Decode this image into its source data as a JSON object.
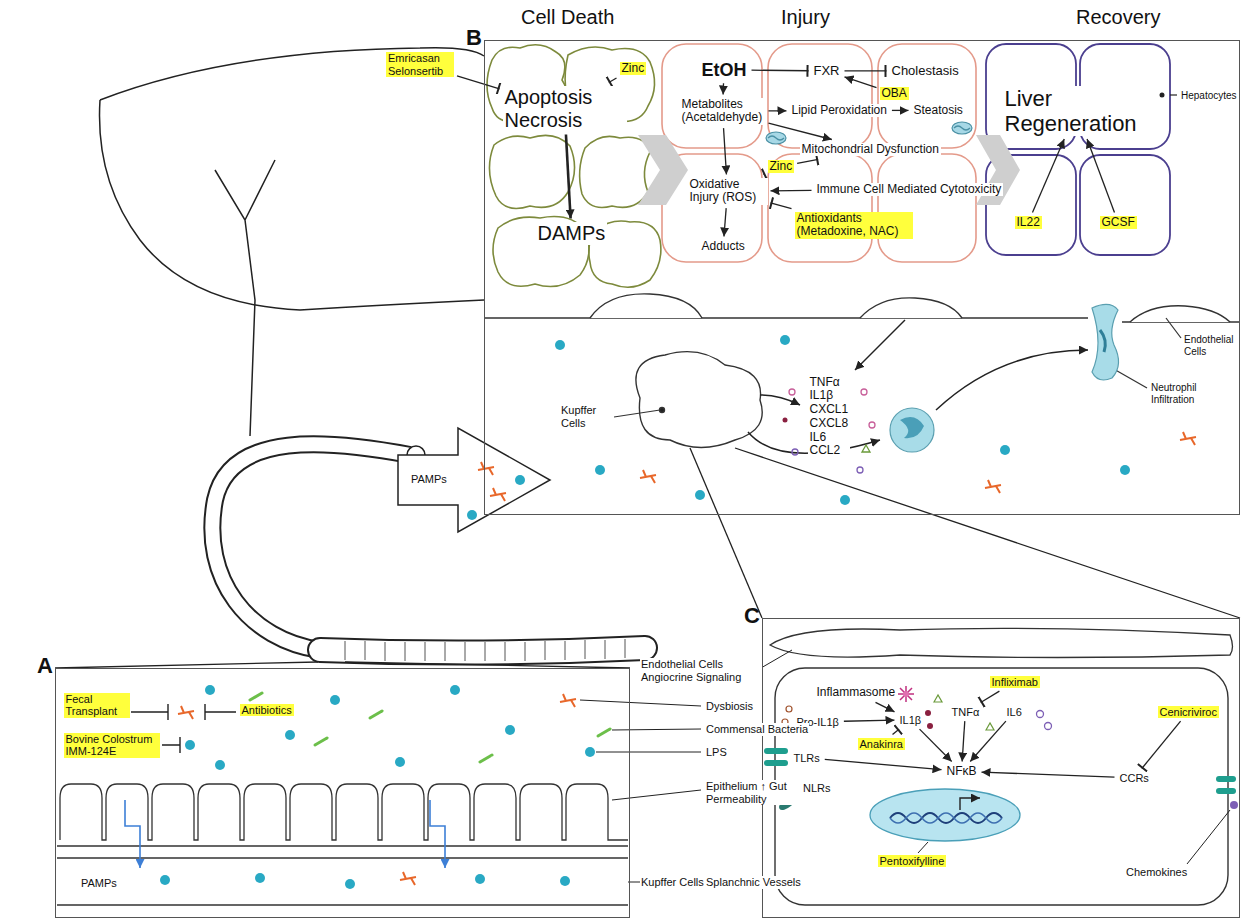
{
  "diagram": {
    "nodes": [
      {
        "text": [
          "B"
        ]
      },
      {
        "text": [
          "Emricasan Selonsertib"
        ]
      },
      {
        "text": [
          "Apoptosis Necrosis"
        ],
        "in": 0
      },
      {
        "text": [
          "DAMPs"
        ],
        "in": 0
      },
      {
        "text": [
          "Zinc"
        ],
        "in": 0
      },
      {
        "text": [
          "EtOH"
        ],
        "in": 0
      },
      {
        "text": [
          "FXR"
        ],
        "in": 0
      },
      {
        "text": [
          "Cholestasis"
        ],
        "in": 0
      },
      {
        "text": [
          "OBA"
        ],
        "in": 0
      },
      {
        "text": [
          "Metabolites (Acetaldehyde)"
        ],
        "in": 0
      },
      {
        "text": [
          "Lipid Peroxidation"
        ],
        "in": 0
      },
      {
        "text": [
          "Steatosis"
        ],
        "in": 0
      },
      {
        "text": [
          "Mitochondrial Dysfunction"
        ],
        "in": 0
      },
      {
        "text": [
          "Oxidative Injury (ROS)"
        ],
        "in": 0
      },
      {
        "text": [
          "Zinc"
        ],
        "in": 0
      },
      {
        "text": [
          "Immune Cell Mediated Cytotoxicity"
        ],
        "in": 0
      },
      {
        "text": [
          "Antioxidants (Metadoxine, NAC)"
        ],
        "in": 0
      },
      {
        "text": [
          "Adducts"
        ],
        "in": 0
      },
      {
        "text": [
          "Liver Regeneration"
        ],
        "in": 0
      },
      {
        "text": [
          "IL22"
        ],
        "in": 0
      },
      {
        "text": [
          "GCSF"
        ],
        "in": 0
      },
      {
        "text": [
          "TNFα IL1β CXCL1 CXCL8 IL6 CCL2"
        ],
        "in": 0
      },
      {
        "text": [
          "A"
        ]
      },
      {
        "text": [
          "Fecal Transplant"
        ],
        "in": 22
      },
      {
        "text": [
          "Antibiotics"
        ],
        "in": 22
      },
      {
        "text": [
          "Bovine Colostrum IMM-124E"
        ],
        "in": 22
      },
      {
        "text": [
          "C"
        ]
      },
      {
        "text": [
          "Inflammasome"
        ],
        "in": 26
      },
      {
        "text": [
          "Pro-IL1β"
        ],
        "in": 26
      },
      {
        "text": [
          "IL1β"
        ],
        "in": 26
      },
      {
        "text": [
          "TNFα"
        ],
        "in": 26
      },
      {
        "text": [
          "IL6"
        ],
        "in": 26
      },
      {
        "text": [
          "Anakinra"
        ],
        "in": 26
      },
      {
        "text": [
          "Infliximab"
        ],
        "in": 26
      },
      {
        "text": [
          "TLRs"
        ],
        "in": 26
      },
      {
        "text": [
          "NFκB"
        ],
        "in": 26
      },
      {
        "text": [
          "CCRs"
        ],
        "in": 26
      },
      {
        "text": [
          "Cenicriviroc"
        ],
        "in": 26
      },
      {
        "text": [
          "Pentoxifylline"
        ],
        "in": 26
      }
    ],
    "edges": [
      {
        "from": 1,
        "to": 2,
        "arrow": "to"
      },
      {
        "from": 4,
        "to": 2,
        "arrow": "to"
      },
      {
        "from": 2,
        "to": 3,
        "arrow": "to"
      },
      {
        "from": 5,
        "to": 6,
        "arrow": "to"
      },
      {
        "from": 6,
        "to": 7,
        "arrow": "to"
      },
      {
        "from": 8,
        "to": 6,
        "arrow": "to"
      },
      {
        "from": 5,
        "to": 9,
        "arrow": "to"
      },
      {
        "from": 9,
        "to": 10,
        "arrow": "to"
      },
      {
        "from": 10,
        "to": 11,
        "arrow": "to"
      },
      {
        "from": 9,
        "to": 12,
        "arrow": "to"
      },
      {
        "from": 9,
        "to": 13,
        "arrow": "to"
      },
      {
        "from": 14,
        "to": 13,
        "arrow": "to"
      },
      {
        "from": 14,
        "to": 12,
        "arrow": "to"
      },
      {
        "from": 15,
        "to": 13,
        "arrow": "to"
      },
      {
        "from": 16,
        "to": 13,
        "arrow": "to"
      },
      {
        "from": 13,
        "to": 17,
        "arrow": "to"
      },
      {
        "from": 19,
        "to": 18,
        "arrow": "to"
      },
      {
        "from": 20,
        "to": 18,
        "arrow": "to"
      },
      {
        "from": 28,
        "to": 29,
        "arrow": "to"
      },
      {
        "from": 27,
        "to": 29,
        "arrow": "to"
      },
      {
        "from": 32,
        "to": 29,
        "arrow": "to"
      },
      {
        "from": 33,
        "to": 30,
        "arrow": "to"
      },
      {
        "from": 34,
        "to": 35,
        "arrow": "to"
      },
      {
        "from": 29,
        "to": 35,
        "arrow": "to"
      },
      {
        "from": 30,
        "to": 35,
        "arrow": "to"
      },
      {
        "from": 31,
        "to": 35,
        "arrow": "to"
      },
      {
        "from": 36,
        "to": 35,
        "arrow": "to"
      },
      {
        "from": 37,
        "to": 36,
        "arrow": "to"
      }
    ],
    "labels": [
      "Cell Death",
      "Injury",
      "Recovery",
      "Hepatocytes",
      "Endothelial Cells",
      "Neutrophil Infiltration",
      "Kupffer Cells",
      "PAMPs",
      "Dysbiosis",
      "Commensal Bacteria",
      "LPS",
      "Epithelium ↑ Gut Permeability",
      "Splanchnic Vessels",
      "PAMPs",
      "Endothelial Cells Angiocrine Signaling",
      "Kupffer Cells",
      "NLRs",
      "Chemokines"
    ]
  }
}
